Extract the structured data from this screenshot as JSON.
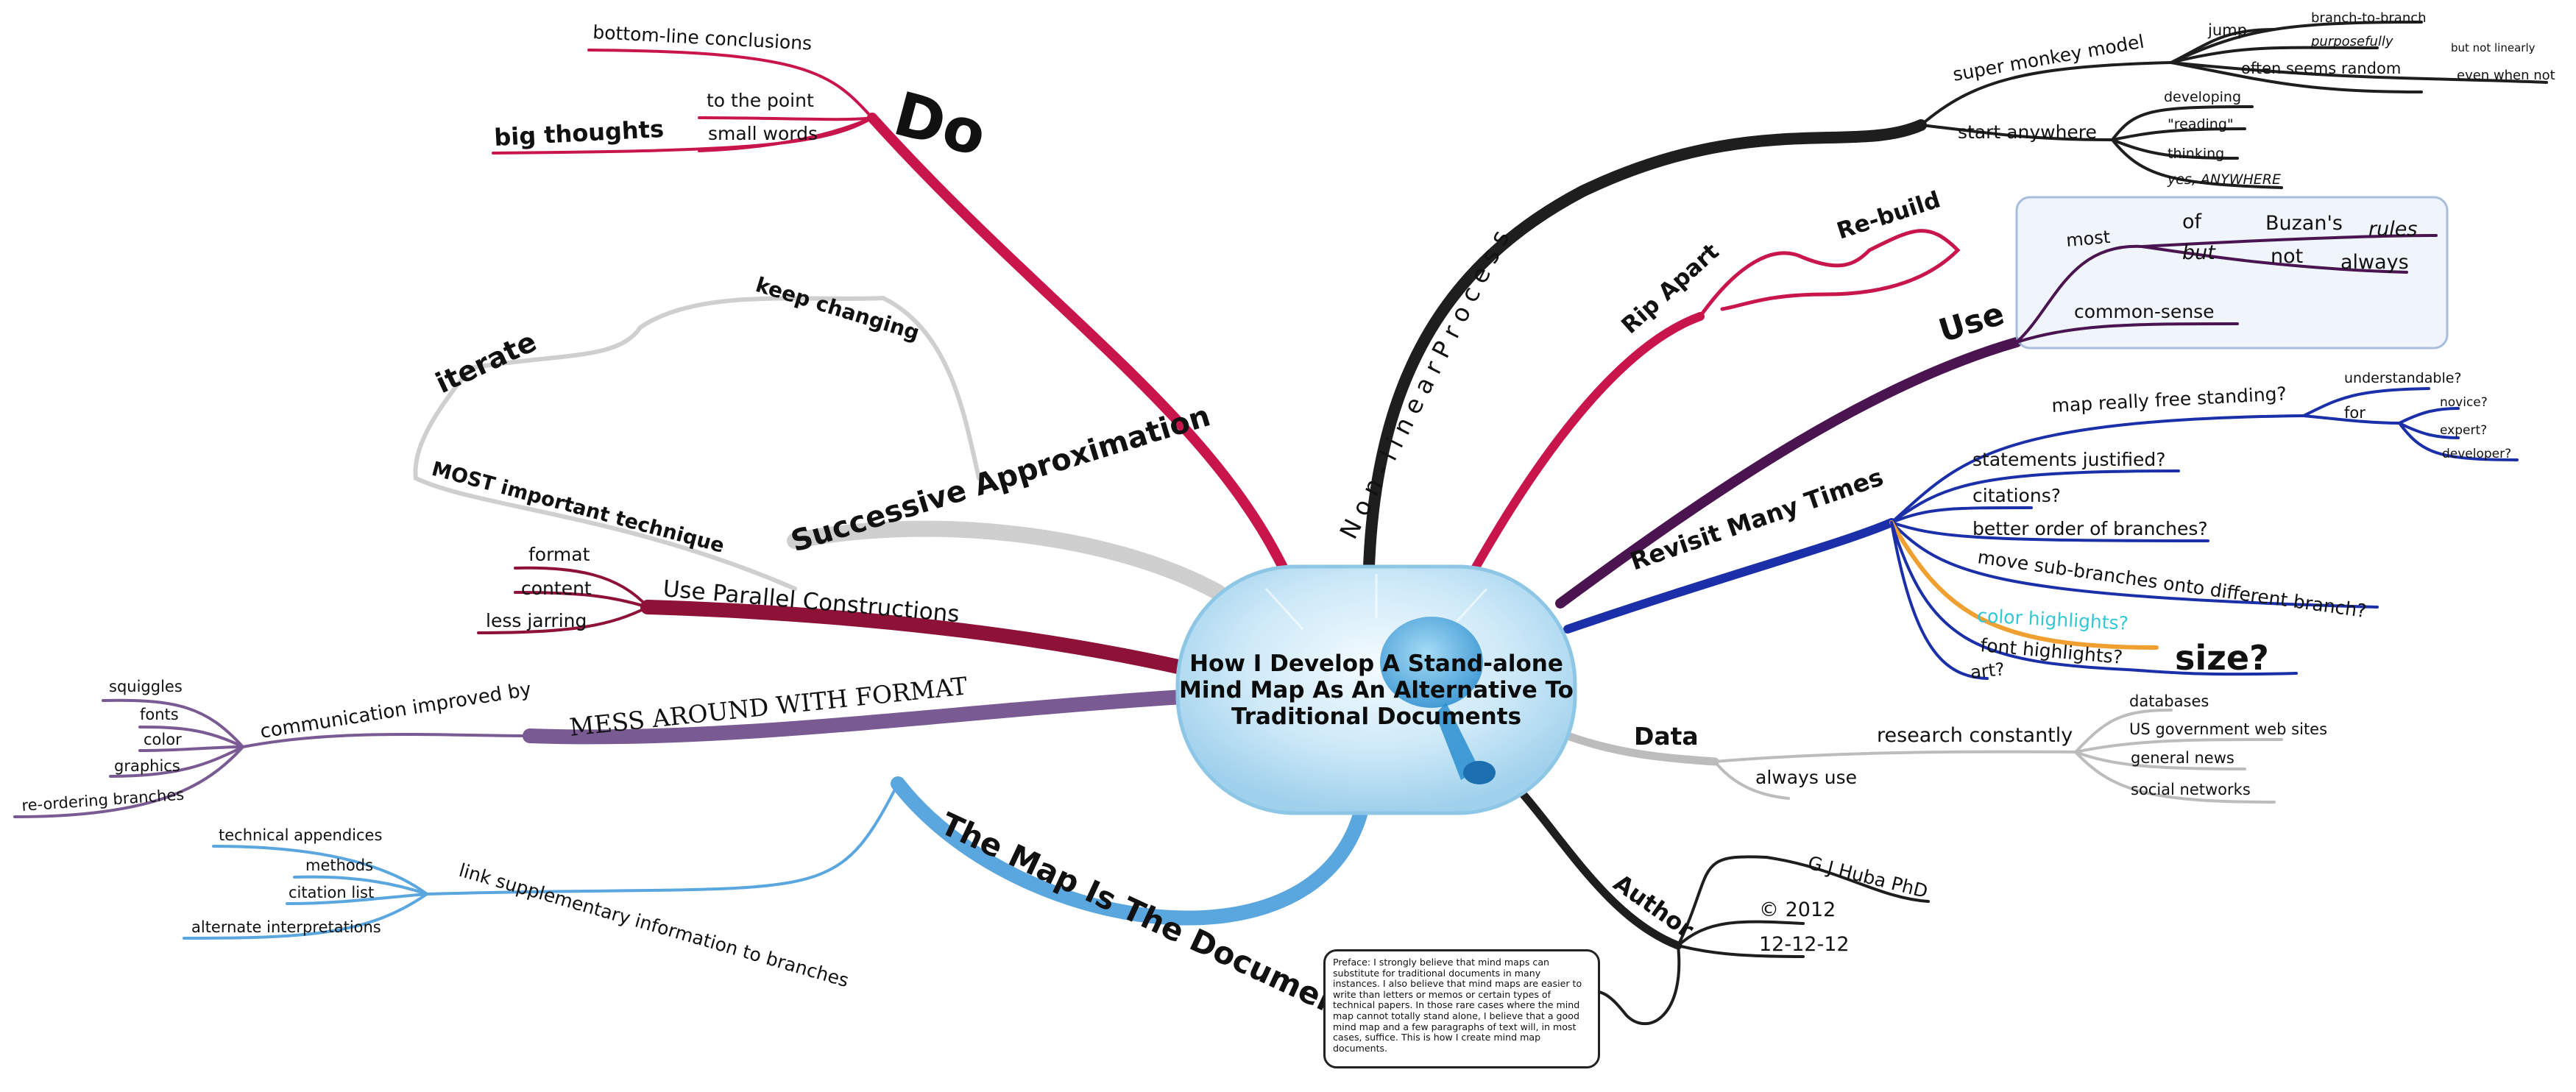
{
  "center": {
    "line1": "How I Develop A Stand-alone",
    "line2": "Mind Map As An Alternative To",
    "line3": "Traditional Documents"
  },
  "colors": {
    "do": "#c8154b",
    "successive": "#c8c8c8",
    "parallel": "#8e1138",
    "mess": "#7a5a92",
    "map_doc": "#5aa6df",
    "nonlinear": "#1e1e1e",
    "rip": "#c8154b",
    "use": "#4a1450",
    "revisit": "#1a2fa8",
    "data": "#bcbcbc",
    "author": "#1e1e1e",
    "highlight_orange": "#f0a030",
    "highlight_cyan": "#33c7d6"
  },
  "do": {
    "label": "Do",
    "big": "big thoughts",
    "point": "to the point",
    "small": "small words",
    "bottom": "bottom-line conclusions"
  },
  "successive": {
    "label": "Successive Approximation",
    "keep": "keep changing",
    "iterate": "iterate",
    "most": "MOST important technique"
  },
  "parallel": {
    "label": "Use Parallel Constructions",
    "format": "format",
    "content": "content",
    "jarring": "less jarring"
  },
  "mess": {
    "label": "MESS AROUND WITH FORMAT",
    "comm": "communication improved by",
    "items": [
      "squiggles",
      "fonts",
      "color",
      "graphics",
      "re-ordering branches"
    ]
  },
  "mapdoc": {
    "label": "The Map Is The Document",
    "link": "link supplementary information to branches",
    "items": [
      "technical appendices",
      "methods",
      "citation list",
      "alternate interpretations"
    ]
  },
  "nonlinear": {
    "label": "N o n - l i n e a r   P r o c e s s",
    "monkey": "super monkey model",
    "jump": "jump",
    "b2b": "branch-to-branch",
    "purposefully": "purposefully",
    "notlinear": "but not linearly",
    "random": "often seems random",
    "evenwhen": "even when not",
    "anywhere": "start anywhere",
    "developing": "developing",
    "reading": "\"reading\"",
    "thinking": "thinking",
    "yes": "yes, ANYWHERE"
  },
  "rip": {
    "label": "Rip Apart",
    "rebuild": "Re-build"
  },
  "use": {
    "label": "Use",
    "most": "most",
    "of": "of",
    "buzan": "Buzan's",
    "rules": "rules",
    "but": "but",
    "not": "not",
    "always": "always",
    "common": "common-sense"
  },
  "revisit": {
    "label": "Revisit Many Times",
    "free": "map really free standing?",
    "understandable": "understandable?",
    "for": "for",
    "novice": "novice?",
    "expert": "expert?",
    "developer": "developer?",
    "justified": "statements justified?",
    "citations": "citations?",
    "order": "better order of branches?",
    "move": "move sub-branches onto different branch?",
    "color": "color highlights?",
    "font": "font highlights?",
    "size": "size?",
    "art": "art?"
  },
  "data": {
    "label": "Data",
    "research": "research constantly",
    "always": "always use",
    "items": [
      "databases",
      "US government web sites",
      "general news",
      "social networks"
    ]
  },
  "author": {
    "label": "Author",
    "name": "G J Huba PhD",
    "copy": "© 2012",
    "date": "12-12-12"
  },
  "preface": "Preface: I strongly believe that mind maps can substitute for traditional documents in many instances. I also believe that mind maps are easier to write than letters or memos or certain types of technical papers. In those rare cases where the mind map cannot totally stand alone, I believe that a good mind map and a few paragraphs of text will, in most cases, suffice. This is how I create mind map documents."
}
